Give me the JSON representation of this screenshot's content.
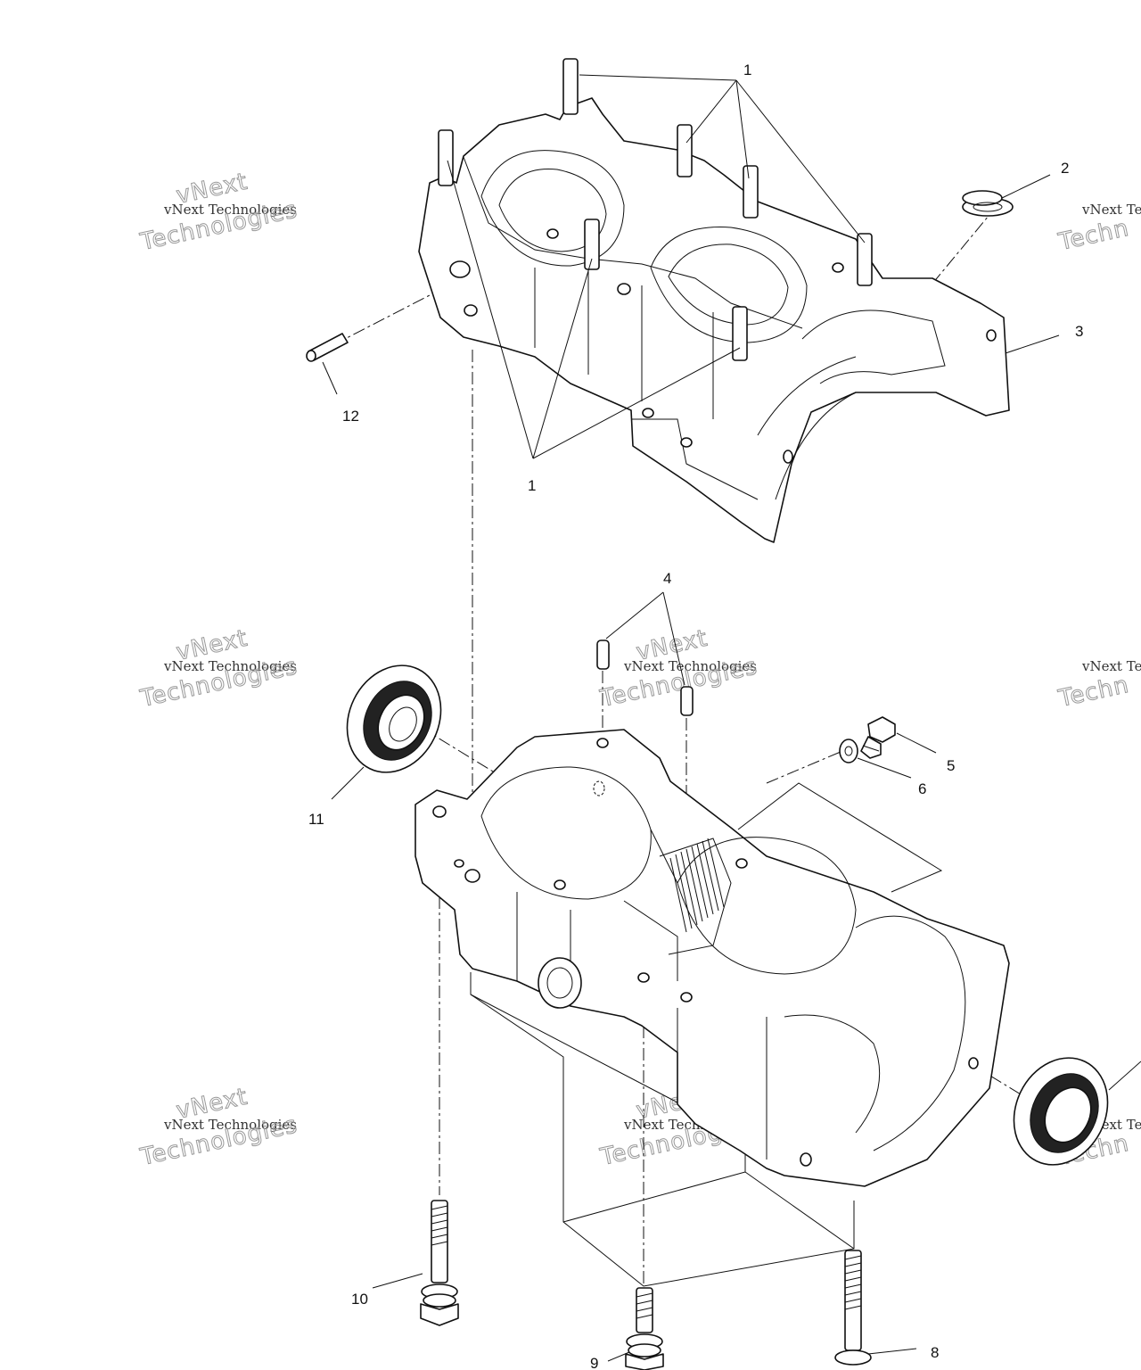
{
  "diagram": {
    "callouts": [
      {
        "id": "c1a",
        "text": "1"
      },
      {
        "id": "c2",
        "text": "2"
      },
      {
        "id": "c3",
        "text": "3"
      },
      {
        "id": "c12",
        "text": "12"
      },
      {
        "id": "c1b",
        "text": "1"
      },
      {
        "id": "c4",
        "text": "4"
      },
      {
        "id": "c5",
        "text": "5"
      },
      {
        "id": "c6",
        "text": "6"
      },
      {
        "id": "c11",
        "text": "11"
      },
      {
        "id": "c10",
        "text": "10"
      },
      {
        "id": "c9",
        "text": "9"
      },
      {
        "id": "c8",
        "text": "8"
      }
    ]
  },
  "watermark": {
    "line1": "vNext Technologies",
    "line2": "vNext",
    "line3": "Technologies",
    "edge_line1": "vNext Te",
    "edge_line3": "Techn"
  },
  "colors": {
    "ink": "#111111",
    "paper": "#ffffff",
    "watermark": "#999999"
  }
}
